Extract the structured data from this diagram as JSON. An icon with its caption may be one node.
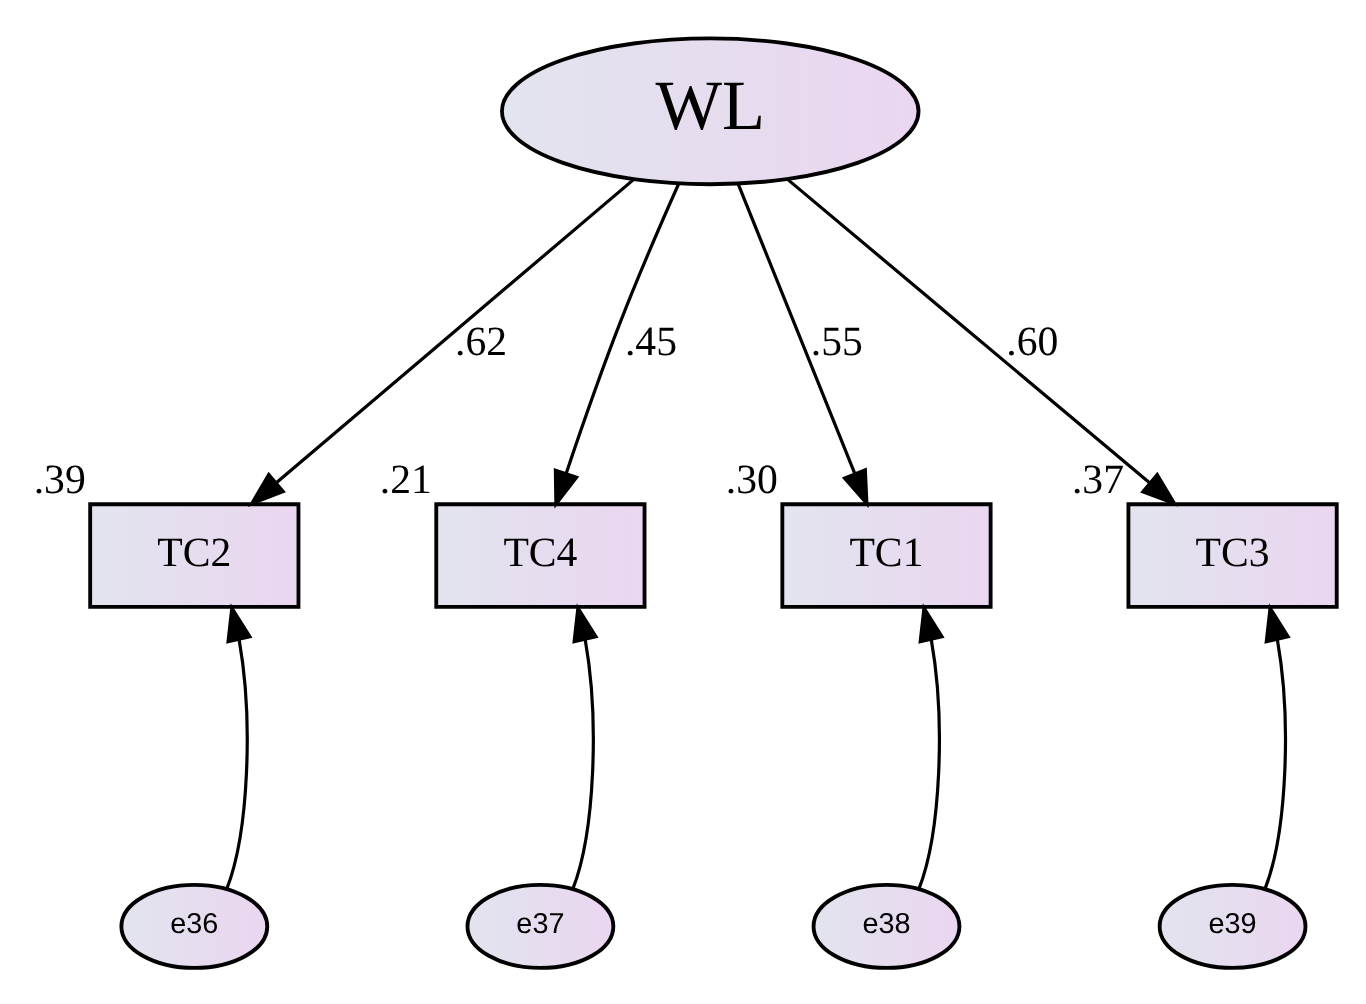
{
  "diagram": {
    "nodes": [
      {
        "text": [
          "WL"
        ]
      },
      {
        "text": [
          "TC2"
        ],
        "beside": [
          ".39"
        ]
      },
      {
        "text": [
          "TC4"
        ],
        "beside": [
          ".21"
        ]
      },
      {
        "text": [
          "TC1"
        ],
        "beside": [
          ".30"
        ]
      },
      {
        "text": [
          "TC3"
        ],
        "beside": [
          ".37"
        ]
      },
      {
        "text": [
          "e36"
        ]
      },
      {
        "text": [
          "e37"
        ]
      },
      {
        "text": [
          "e38"
        ]
      },
      {
        "text": [
          "e39"
        ]
      }
    ],
    "edges": [
      {
        "from": 0,
        "to": 1,
        "arrow": "to",
        "label": ".62"
      },
      {
        "from": 0,
        "to": 2,
        "arrow": "to",
        "label": ".45"
      },
      {
        "from": 0,
        "to": 3,
        "arrow": "to",
        "label": ".55"
      },
      {
        "from": 0,
        "to": 4,
        "arrow": "to",
        "label": ".60"
      },
      {
        "from": 5,
        "to": 1,
        "arrow": "to"
      },
      {
        "from": 6,
        "to": 2,
        "arrow": "to"
      },
      {
        "from": 7,
        "to": 3,
        "arrow": "to"
      },
      {
        "from": 8,
        "to": 4,
        "arrow": "to"
      }
    ]
  }
}
